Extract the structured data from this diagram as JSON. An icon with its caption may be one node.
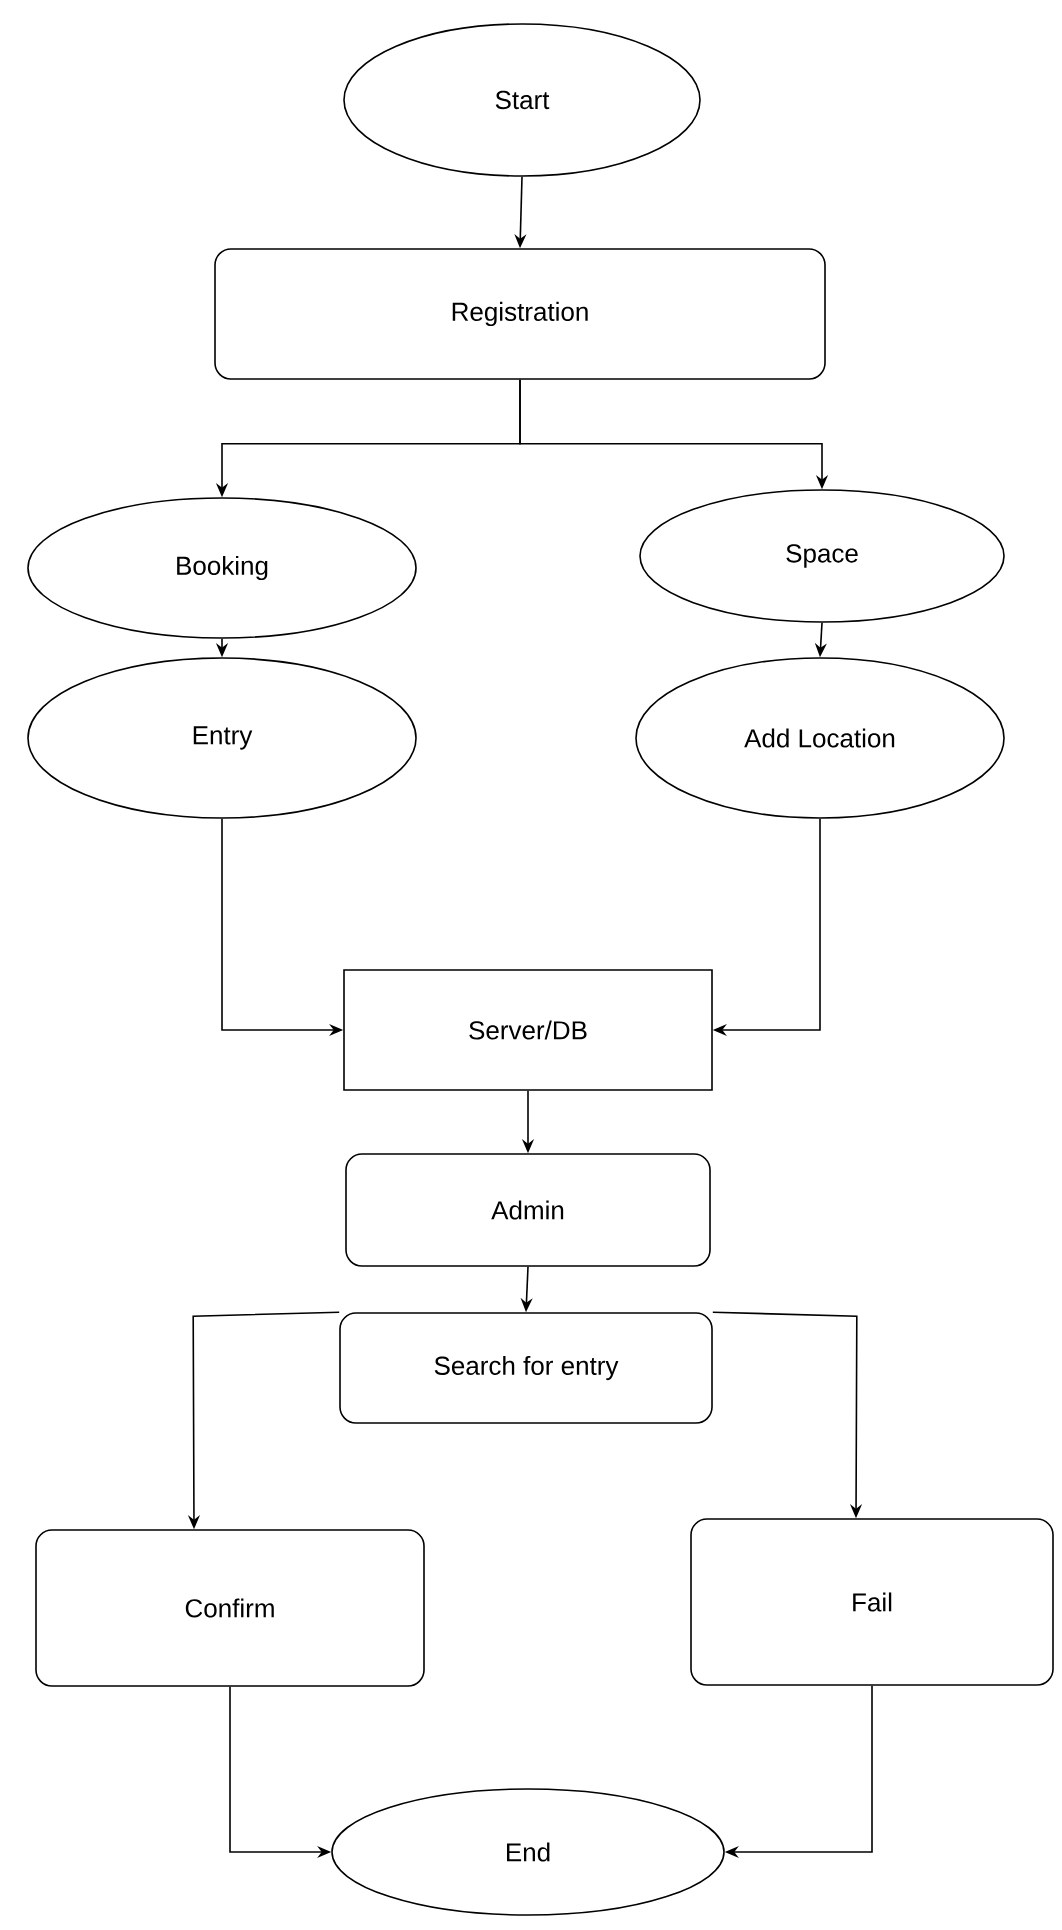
{
  "diagram": {
    "nodes": [
      {
        "text": [
          "Start"
        ]
      },
      {
        "text": [
          "Registration"
        ]
      },
      {
        "text": [
          "Booking"
        ]
      },
      {
        "text": [
          "Space"
        ]
      },
      {
        "text": [
          "Entry"
        ]
      },
      {
        "text": [
          "Add Location"
        ]
      },
      {
        "text": [
          "Server/DB"
        ]
      },
      {
        "text": [
          "Admin"
        ]
      },
      {
        "text": [
          "Search for entry"
        ]
      },
      {
        "text": [
          "Confirm"
        ]
      },
      {
        "text": [
          "Fail"
        ]
      },
      {
        "text": [
          "End"
        ]
      }
    ],
    "edges": [
      {
        "from": 0,
        "to": 1,
        "arrow": "to"
      },
      {
        "from": 1,
        "to": 2,
        "arrow": "to"
      },
      {
        "from": 1,
        "to": 3,
        "arrow": "to"
      },
      {
        "from": 2,
        "to": 4,
        "arrow": "to"
      },
      {
        "from": 3,
        "to": 5,
        "arrow": "to"
      },
      {
        "from": 4,
        "to": 6,
        "arrow": "to"
      },
      {
        "from": 5,
        "to": 6,
        "arrow": "to"
      },
      {
        "from": 6,
        "to": 7,
        "arrow": "to"
      },
      {
        "from": 7,
        "to": 8,
        "arrow": "to"
      },
      {
        "from": 8,
        "to": 9,
        "arrow": "to"
      },
      {
        "from": 8,
        "to": 10,
        "arrow": "to"
      },
      {
        "from": 9,
        "to": 11,
        "arrow": "to"
      },
      {
        "from": 10,
        "to": 11,
        "arrow": "to"
      }
    ]
  }
}
